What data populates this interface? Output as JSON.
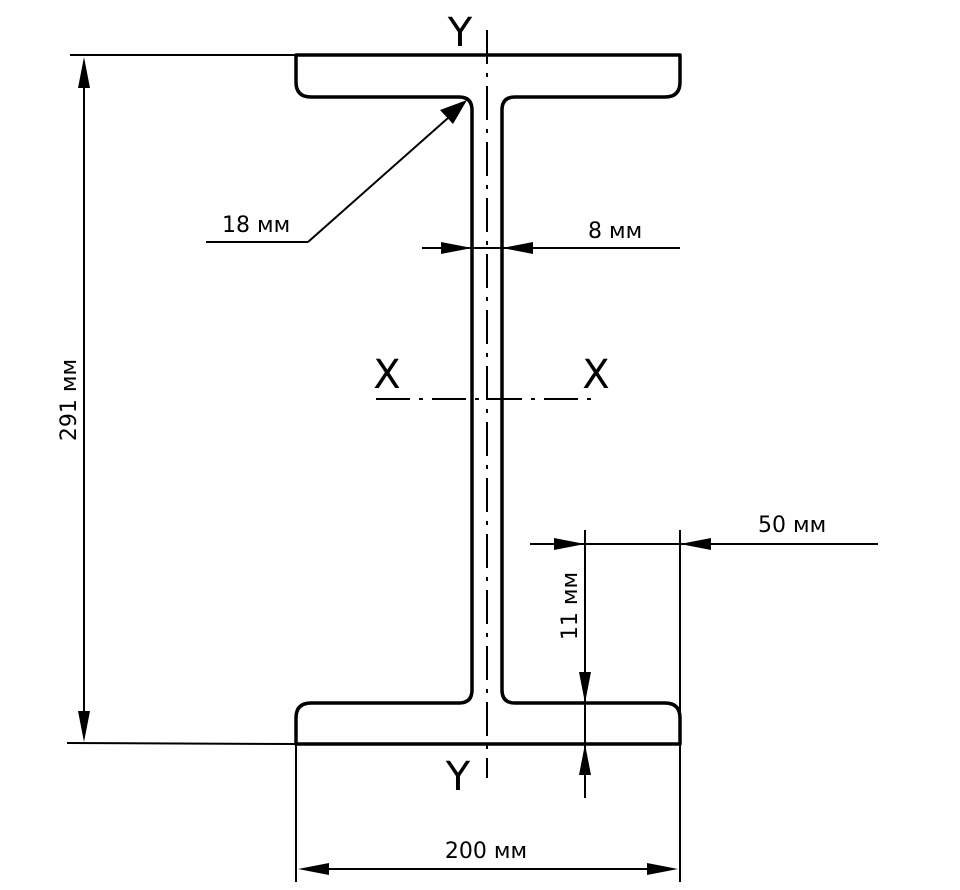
{
  "axes": {
    "y_top": "Y",
    "y_bottom": "Y",
    "x_left": "X",
    "x_right": "X"
  },
  "dimensions": {
    "fillet_radius": "18 мм",
    "web_thickness": "8 мм",
    "total_height": "291 мм",
    "half_flange_width": "50 мм",
    "flange_thickness": "11 мм",
    "flange_width": "200 мм"
  }
}
